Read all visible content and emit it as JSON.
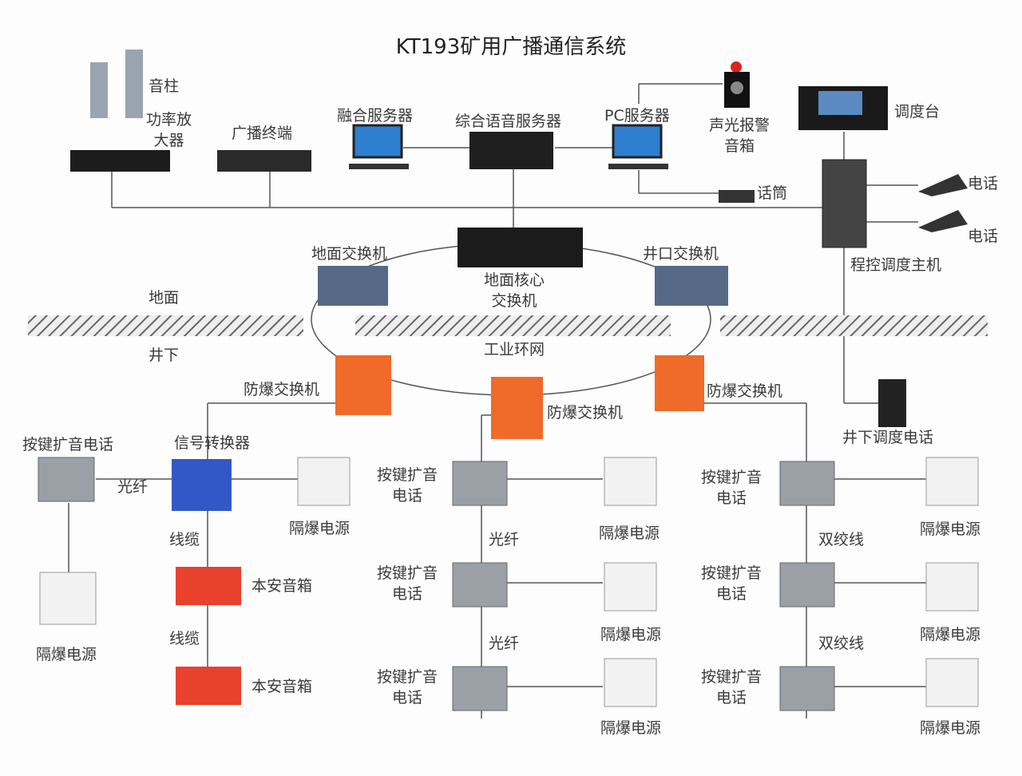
{
  "title": "KT193矿用广播通信系统",
  "labels": {
    "speaker_column": "音柱",
    "amp_1": "功率放",
    "amp_2": "大器",
    "broadcast_terminal": "广播终端",
    "fusion_server": "融合服务器",
    "voice_server": "综合语音服务器",
    "pc_server": "PC服务器",
    "alarm_1": "声光报警",
    "alarm_2": "音箱",
    "console": "调度台",
    "phone": "电话",
    "mic": "话筒",
    "dispatch_host": "程控调度主机",
    "ground_switch": "地面交换机",
    "shaft_switch": "井口交换机",
    "core_1": "地面核心",
    "core_2": "交换机",
    "surface": "地面",
    "underground": "井下",
    "ring": "工业环网",
    "ex_switch": "防爆交换机",
    "under_phone": "井下调度电话",
    "key_phone": "按键扩音电话",
    "key_phone_1": "按键扩音",
    "key_phone_2": "电话",
    "converter": "信号转换器",
    "fiber": "光纤",
    "ex_power": "隔爆电源",
    "cable": "线缆",
    "safe_speaker": "本安音箱",
    "twisted": "双绞线"
  }
}
